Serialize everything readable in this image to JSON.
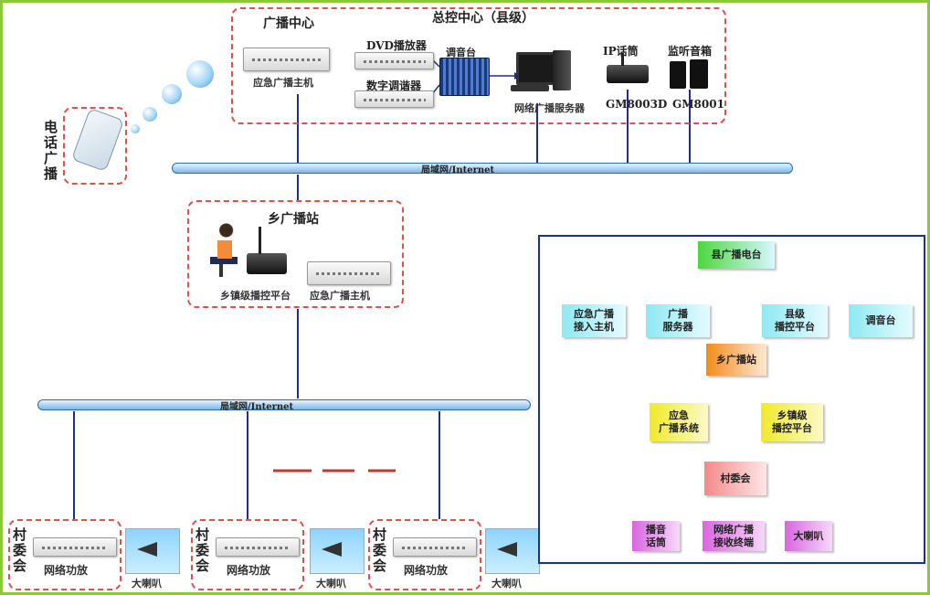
{
  "colors": {
    "frame": "#8dc63f",
    "dash": "#d9534f",
    "bus": "#2a6fb0",
    "tree_border": "#1a2fa0",
    "line": "#1f2e8a",
    "tree_line": "#2e9a3c"
  },
  "county": {
    "title": "总控中心（县级）",
    "broadcast_center": "广播中心",
    "host_label": "应急广播主机",
    "dvd": "DVD播放器",
    "tuner": "数字调谐器",
    "mixer": "调音台",
    "server": "网络广播服务器",
    "ip_mic": "IP话筒",
    "ip_mic_model": "GM8003D",
    "monitor": "监听音箱",
    "monitor_model": "GM8001"
  },
  "phone": {
    "label": "电话广播"
  },
  "bus_top": {
    "label": "局域网/Internet"
  },
  "town": {
    "title": "乡广播站",
    "platform": "乡镇级播控平台",
    "host": "应急广播主机"
  },
  "bus_bottom": {
    "label": "局域网/Internet"
  },
  "villages": [
    {
      "title": "村委会",
      "amp": "网络功放",
      "speaker": "大喇叭"
    },
    {
      "title": "村委会",
      "amp": "网络功放",
      "speaker": "大喇叭"
    },
    {
      "title": "村委会",
      "amp": "网络功放",
      "speaker": "大喇叭"
    }
  ],
  "tree": {
    "root": "县广播电台",
    "level1": [
      "应急广播\n接入主机",
      "广播\n服务器",
      "县级\n播控平台",
      "调音台"
    ],
    "town": "乡广播站",
    "level2": [
      "应急\n广播系统",
      "乡镇级\n播控平台"
    ],
    "village": "村委会",
    "level3": [
      "播音\n话筒",
      "网络广播\n接收终端",
      "大喇叭"
    ]
  }
}
